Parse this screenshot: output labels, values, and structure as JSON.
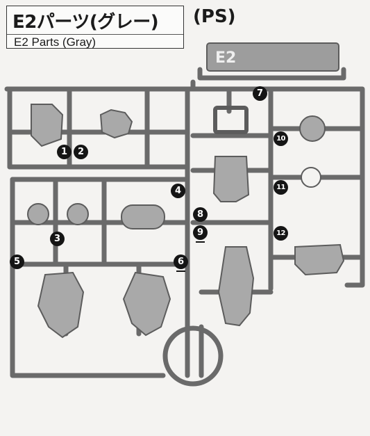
{
  "title": {
    "japanese": "E2パーツ(グレー)",
    "english": "E2 Parts (Gray)",
    "material": "(PS)"
  },
  "runner": {
    "tag_label": "E2"
  },
  "callouts": [
    "1",
    "2",
    "3",
    "4",
    "5",
    "6",
    "7",
    "8",
    "9",
    "10",
    "11",
    "12"
  ],
  "colors": {
    "plastic_fill": "#a9a9a9",
    "plastic_stroke": "#5c5c5c",
    "callout_bg": "#151515",
    "paper": "#f4f3f1"
  }
}
